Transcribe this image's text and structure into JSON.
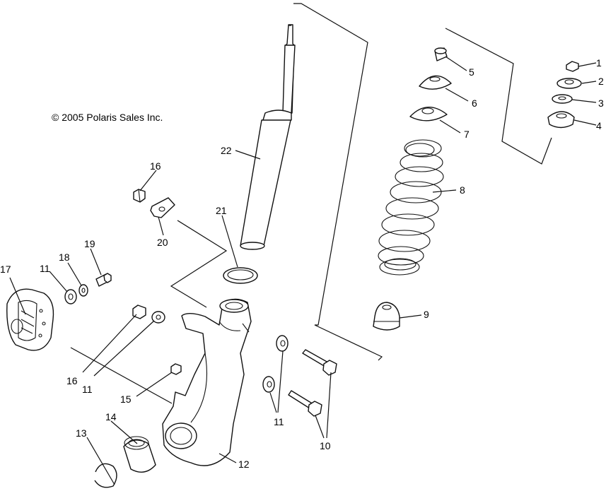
{
  "copyright": "© 2005 Polaris Sales Inc.",
  "callouts": {
    "c1": "1",
    "c2": "2",
    "c3": "3",
    "c4": "4",
    "c5": "5",
    "c6": "6",
    "c7": "7",
    "c8": "8",
    "c9": "9",
    "c10": "10",
    "c11a": "11",
    "c11b": "11",
    "c11c": "11",
    "c12": "12",
    "c13": "13",
    "c14": "14",
    "c15": "15",
    "c16a": "16",
    "c16b": "16",
    "c17": "17",
    "c18": "18",
    "c19": "19",
    "c20": "20",
    "c21": "21",
    "c22": "22"
  }
}
